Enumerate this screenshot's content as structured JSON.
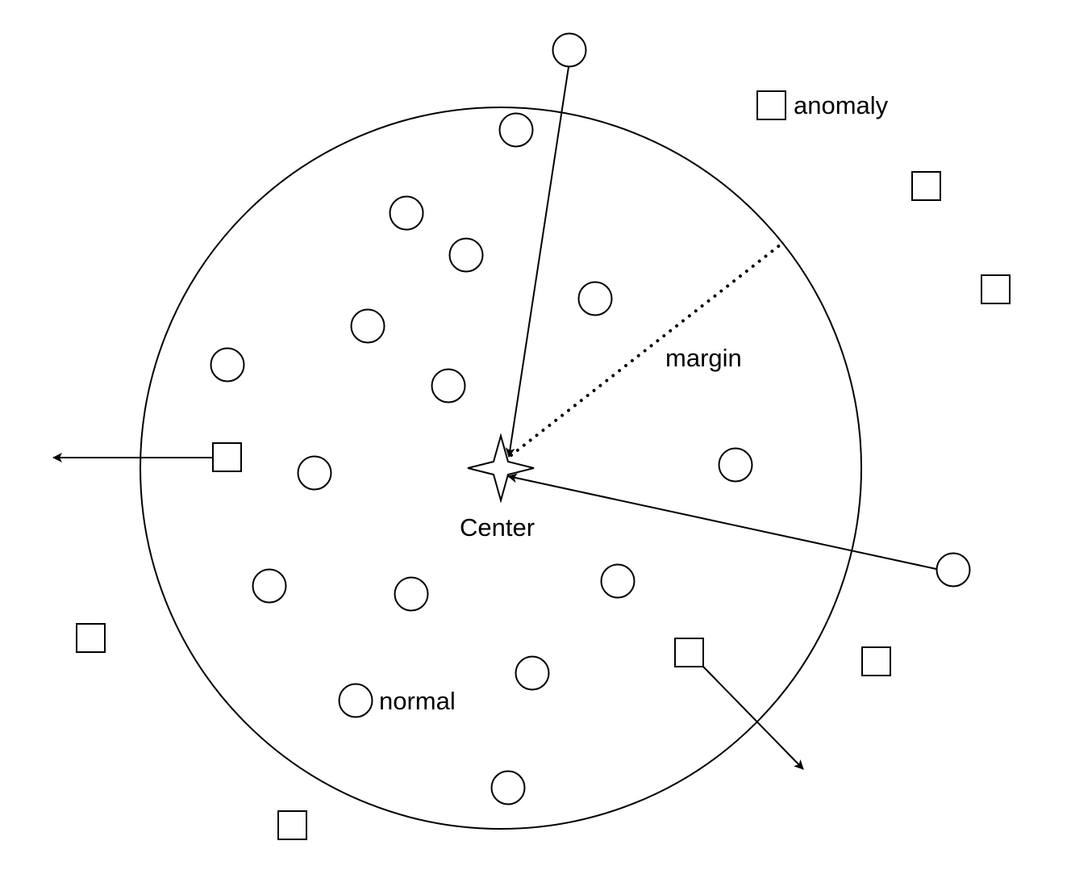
{
  "labels": {
    "anomaly": "anomaly",
    "normal": "normal",
    "margin": "margin",
    "center": "Center"
  },
  "colors": {
    "stroke": "#000000",
    "fill": "#ffffff"
  },
  "icons": {
    "center": "four-point-star-icon",
    "normal": "circle-icon",
    "anomaly": "square-icon"
  }
}
